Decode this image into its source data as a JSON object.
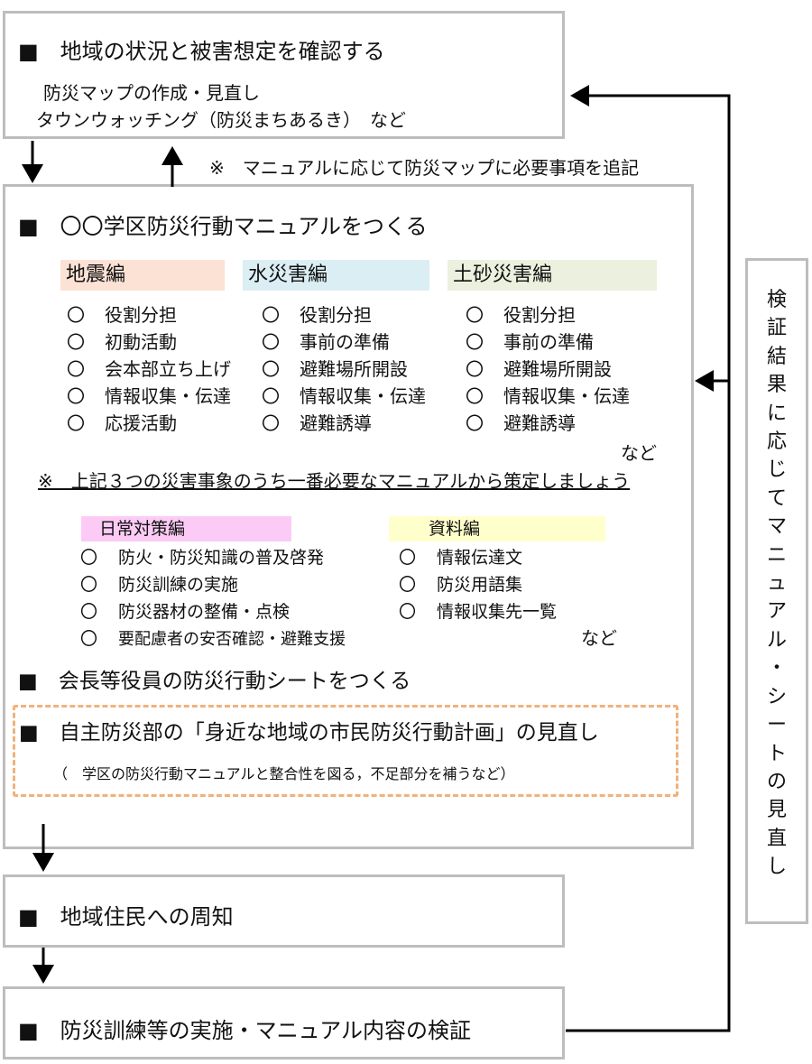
{
  "box1": {
    "title": "■　地域の状況と被害想定を確認する",
    "line1": "防災マップの作成・見直し",
    "line2": "タウンウォッチング（防災まちあるき）　など"
  },
  "note_top": "※　マニュアルに応じて防災マップに必要事項を追記",
  "box2": {
    "title": "■　〇〇学区防災行動マニュアルをつくる",
    "categories": [
      {
        "label": "地震編",
        "color": "#fbe2d5",
        "items": [
          "役割分担",
          "初動活動",
          "会本部立ち上げ",
          "情報収集・伝達",
          "応援活動"
        ]
      },
      {
        "label": "水災害編",
        "color": "#dbeef4",
        "items": [
          "役割分担",
          "事前の準備",
          "避難場所開設",
          "情報収集・伝達",
          "避難誘導"
        ]
      },
      {
        "label": "土砂災害編",
        "color": "#ebf1de",
        "items": [
          "役割分担",
          "事前の準備",
          "避難場所開設",
          "情報収集・伝達",
          "避難誘導"
        ]
      }
    ],
    "bullet": "〇",
    "nado1": "など",
    "note": "※　上記３つの災害事象のうち一番必要なマニュアルから策定しましょう",
    "categories2": [
      {
        "label": "日常対策編",
        "color": "#fccbf5",
        "items": [
          "防火・防災知識の普及啓発",
          "防災訓練の実施",
          "防災器材の整備・点検",
          "要配慮者の安否確認・避難支援"
        ]
      },
      {
        "label": "資料編",
        "color": "#ffffcc",
        "items": [
          "情報伝達文",
          "防災用語集",
          "情報収集先一覧"
        ]
      }
    ],
    "nado2": "など",
    "sheet_title": "■　会長等役員の防災行動シートをつくる",
    "sub_title": "■　自主防災部の「身近な地域の市民防災行動計画」の見直し",
    "sub_note": "（　学区の防災行動マニュアルと整合性を図る，不足部分を補うなど）"
  },
  "box3": {
    "title": "■　地域住民への周知"
  },
  "box4": {
    "title": "■　防災訓練等の実施・マニュアル内容の検証"
  },
  "side": {
    "chars": [
      "検",
      "証",
      "結",
      "果",
      "に",
      "応",
      "じ",
      "て",
      "マ",
      "ニ",
      "ュ",
      "ア",
      "ル",
      "・",
      "シ",
      "ー",
      "ト",
      "の",
      "見",
      "直",
      "し"
    ]
  }
}
